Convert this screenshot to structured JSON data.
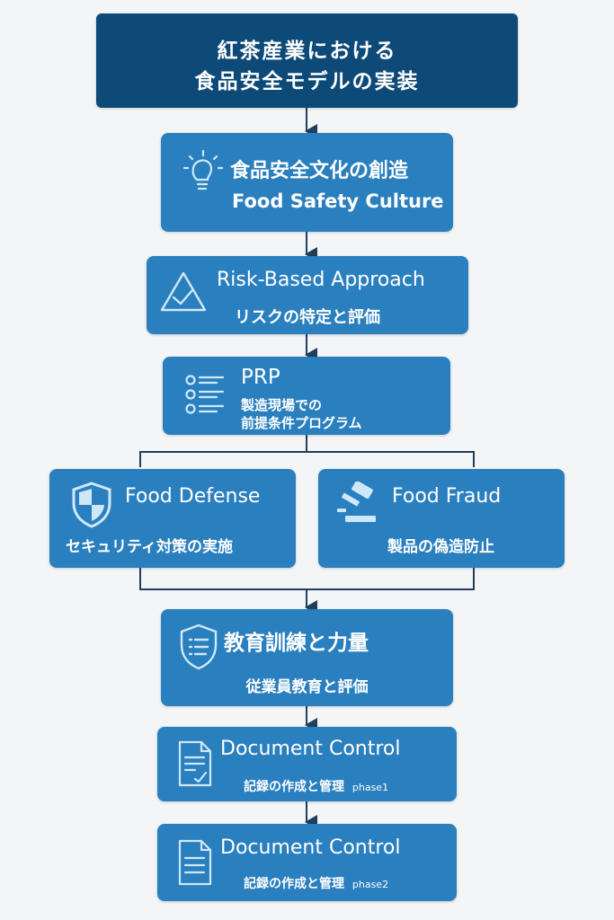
{
  "title": {
    "line1": "紅茶産業における",
    "line2": "食品安全モデルの実装"
  },
  "steps": {
    "culture": {
      "ja": "食品安全文化の創造",
      "en": "Food Safety Culture",
      "icon": "lightbulb-icon"
    },
    "risk": {
      "en": "Risk-Based Approach",
      "ja": "リスクの特定と評価",
      "icon": "warning-check-icon"
    },
    "prp": {
      "en": "PRP",
      "ja_line1": "製造現場での",
      "ja_line2": "前提条件プログラム",
      "icon": "checklist-icon"
    },
    "defense": {
      "en": "Food Defense",
      "ja": "セキュリティ対策の実施",
      "icon": "shield-icon"
    },
    "fraud": {
      "en": "Food Fraud",
      "ja": "製品の偽造防止",
      "icon": "gavel-icon"
    },
    "training": {
      "ja_title": "教育訓練と力量",
      "ja_sub": "従業員教育と評価",
      "icon": "shield-list-icon"
    },
    "doc1": {
      "en": "Document Control",
      "ja": "記録の作成と管理",
      "phase": "phase1",
      "icon": "document-edit-icon"
    },
    "doc2": {
      "en": "Document Control",
      "ja": "記録の作成と管理",
      "phase": "phase2",
      "icon": "document-icon"
    }
  },
  "colors": {
    "title_bg": "#0d4a78",
    "box_bg": "#2a7fbf",
    "connector": "#1f3f5c",
    "icon": "#cfe8f7"
  }
}
